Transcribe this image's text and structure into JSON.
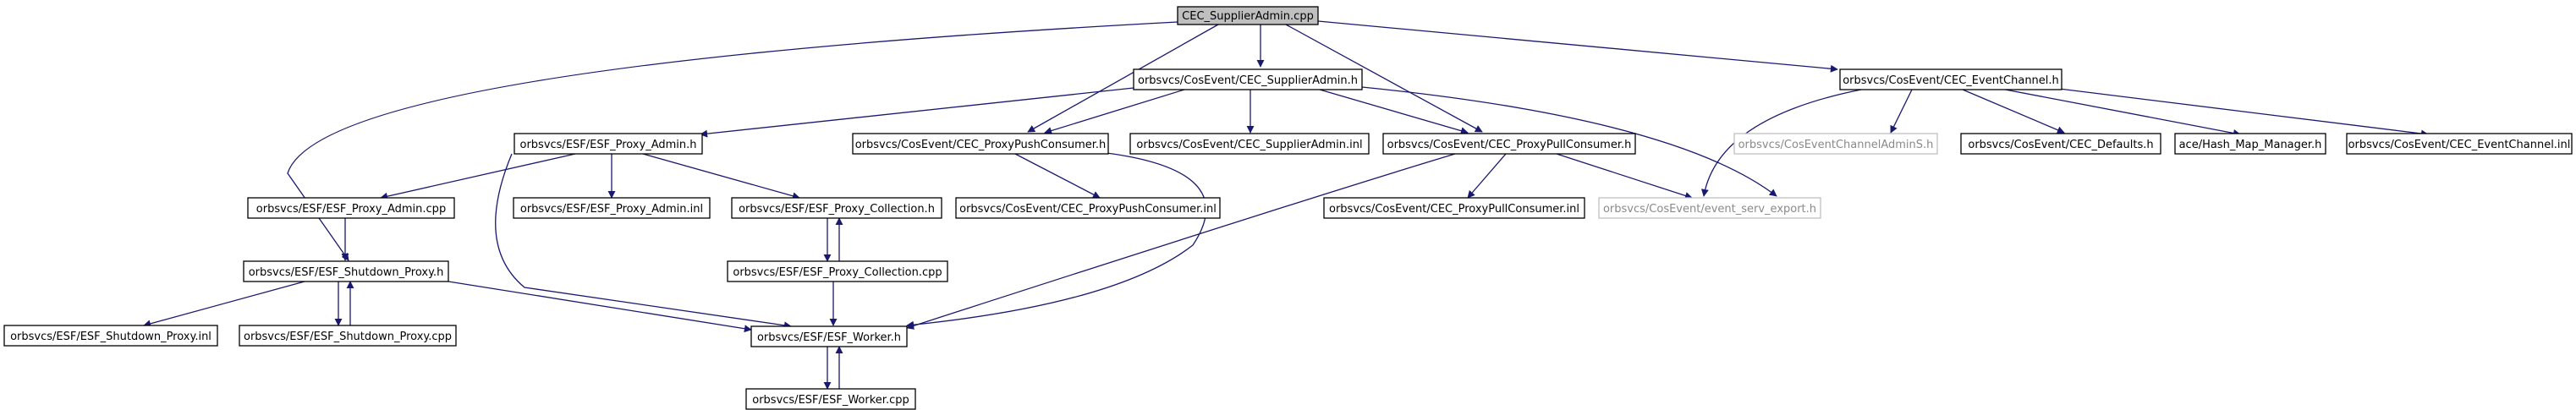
{
  "root_node": "CEC_SupplierAdmin.cpp",
  "nodes": {
    "n_root": {
      "label": "CEC_SupplierAdmin.cpp"
    },
    "n_supadmin_h": {
      "label": "orbsvcs/CosEvent/CEC_SupplierAdmin.h"
    },
    "n_eventchannel_h": {
      "label": "orbsvcs/CosEvent/CEC_EventChannel.h"
    },
    "n_proxy_admin_h": {
      "label": "orbsvcs/ESF/ESF_Proxy_Admin.h"
    },
    "n_pushconsumer_h": {
      "label": "orbsvcs/CosEvent/CEC_ProxyPushConsumer.h"
    },
    "n_supadmin_inl": {
      "label": "orbsvcs/CosEvent/CEC_SupplierAdmin.inl"
    },
    "n_pullconsumer_h": {
      "label": "orbsvcs/CosEvent/CEC_ProxyPullConsumer.h"
    },
    "n_channeladmins_h": {
      "label": "orbsvcs/CosEventChannelAdminS.h"
    },
    "n_defaults_h": {
      "label": "orbsvcs/CosEvent/CEC_Defaults.h"
    },
    "n_hashmap_h": {
      "label": "ace/Hash_Map_Manager.h"
    },
    "n_eventchannel_inl": {
      "label": "orbsvcs/CosEvent/CEC_EventChannel.inl"
    },
    "n_proxy_admin_cpp": {
      "label": "orbsvcs/ESF/ESF_Proxy_Admin.cpp"
    },
    "n_proxy_admin_inl": {
      "label": "orbsvcs/ESF/ESF_Proxy_Admin.inl"
    },
    "n_proxy_collection_h": {
      "label": "orbsvcs/ESF/ESF_Proxy_Collection.h"
    },
    "n_pushconsumer_inl": {
      "label": "orbsvcs/CosEvent/CEC_ProxyPushConsumer.inl"
    },
    "n_pullconsumer_inl": {
      "label": "orbsvcs/CosEvent/CEC_ProxyPullConsumer.inl"
    },
    "n_event_serv_export": {
      "label": "orbsvcs/CosEvent/event_serv_export.h"
    },
    "n_shutdown_h": {
      "label": "orbsvcs/ESF/ESF_Shutdown_Proxy.h"
    },
    "n_proxy_collection_cpp": {
      "label": "orbsvcs/ESF/ESF_Proxy_Collection.cpp"
    },
    "n_shutdown_inl": {
      "label": "orbsvcs/ESF/ESF_Shutdown_Proxy.inl"
    },
    "n_shutdown_cpp": {
      "label": "orbsvcs/ESF/ESF_Shutdown_Proxy.cpp"
    },
    "n_worker_h": {
      "label": "orbsvcs/ESF/ESF_Worker.h"
    },
    "n_worker_cpp": {
      "label": "orbsvcs/ESF/ESF_Worker.cpp"
    }
  },
  "edges": [
    {
      "from": "CEC_SupplierAdmin.cpp",
      "to": "orbsvcs/CosEvent/CEC_SupplierAdmin.h"
    },
    {
      "from": "CEC_SupplierAdmin.cpp",
      "to": "orbsvcs/CosEvent/CEC_EventChannel.h"
    },
    {
      "from": "CEC_SupplierAdmin.cpp",
      "to": "orbsvcs/CosEvent/CEC_ProxyPushConsumer.h"
    },
    {
      "from": "CEC_SupplierAdmin.cpp",
      "to": "orbsvcs/CosEvent/CEC_ProxyPullConsumer.h"
    },
    {
      "from": "CEC_SupplierAdmin.cpp",
      "to": "orbsvcs/ESF/ESF_Shutdown_Proxy.h"
    },
    {
      "from": "orbsvcs/CosEvent/CEC_SupplierAdmin.h",
      "to": "orbsvcs/ESF/ESF_Proxy_Admin.h"
    },
    {
      "from": "orbsvcs/CosEvent/CEC_SupplierAdmin.h",
      "to": "orbsvcs/CosEvent/CEC_ProxyPushConsumer.h"
    },
    {
      "from": "orbsvcs/CosEvent/CEC_SupplierAdmin.h",
      "to": "orbsvcs/CosEvent/CEC_SupplierAdmin.inl"
    },
    {
      "from": "orbsvcs/CosEvent/CEC_SupplierAdmin.h",
      "to": "orbsvcs/CosEvent/CEC_ProxyPullConsumer.h"
    },
    {
      "from": "orbsvcs/CosEvent/CEC_SupplierAdmin.h",
      "to": "orbsvcs/CosEvent/event_serv_export.h"
    },
    {
      "from": "orbsvcs/CosEvent/CEC_EventChannel.h",
      "to": "orbsvcs/CosEventChannelAdminS.h"
    },
    {
      "from": "orbsvcs/CosEvent/CEC_EventChannel.h",
      "to": "orbsvcs/CosEvent/CEC_Defaults.h"
    },
    {
      "from": "orbsvcs/CosEvent/CEC_EventChannel.h",
      "to": "ace/Hash_Map_Manager.h"
    },
    {
      "from": "orbsvcs/CosEvent/CEC_EventChannel.h",
      "to": "orbsvcs/CosEvent/CEC_EventChannel.inl"
    },
    {
      "from": "orbsvcs/CosEvent/CEC_EventChannel.h",
      "to": "orbsvcs/CosEvent/event_serv_export.h"
    },
    {
      "from": "orbsvcs/ESF/ESF_Proxy_Admin.h",
      "to": "orbsvcs/ESF/ESF_Proxy_Admin.cpp"
    },
    {
      "from": "orbsvcs/ESF/ESF_Proxy_Admin.h",
      "to": "orbsvcs/ESF/ESF_Proxy_Admin.inl"
    },
    {
      "from": "orbsvcs/ESF/ESF_Proxy_Admin.h",
      "to": "orbsvcs/ESF/ESF_Proxy_Collection.h"
    },
    {
      "from": "orbsvcs/ESF/ESF_Proxy_Admin.h",
      "to": "orbsvcs/ESF/ESF_Worker.h"
    },
    {
      "from": "orbsvcs/CosEvent/CEC_ProxyPushConsumer.h",
      "to": "orbsvcs/CosEvent/CEC_ProxyPushConsumer.inl"
    },
    {
      "from": "orbsvcs/CosEvent/CEC_ProxyPushConsumer.h",
      "to": "orbsvcs/ESF/ESF_Worker.h"
    },
    {
      "from": "orbsvcs/CosEvent/CEC_ProxyPullConsumer.h",
      "to": "orbsvcs/CosEvent/CEC_ProxyPullConsumer.inl"
    },
    {
      "from": "orbsvcs/CosEvent/CEC_ProxyPullConsumer.h",
      "to": "orbsvcs/CosEvent/event_serv_export.h"
    },
    {
      "from": "orbsvcs/CosEvent/CEC_ProxyPullConsumer.h",
      "to": "orbsvcs/ESF/ESF_Worker.h"
    },
    {
      "from": "orbsvcs/ESF/ESF_Proxy_Admin.cpp",
      "to": "orbsvcs/ESF/ESF_Shutdown_Proxy.h"
    },
    {
      "from": "orbsvcs/ESF/ESF_Proxy_Collection.h",
      "to": "orbsvcs/ESF/ESF_Proxy_Collection.cpp"
    },
    {
      "from": "orbsvcs/ESF/ESF_Proxy_Collection.cpp",
      "to": "orbsvcs/ESF/ESF_Proxy_Collection.h"
    },
    {
      "from": "orbsvcs/ESF/ESF_Proxy_Collection.cpp",
      "to": "orbsvcs/ESF/ESF_Worker.h"
    },
    {
      "from": "orbsvcs/ESF/ESF_Shutdown_Proxy.h",
      "to": "orbsvcs/ESF/ESF_Shutdown_Proxy.inl"
    },
    {
      "from": "orbsvcs/ESF/ESF_Shutdown_Proxy.h",
      "to": "orbsvcs/ESF/ESF_Shutdown_Proxy.cpp"
    },
    {
      "from": "orbsvcs/ESF/ESF_Shutdown_Proxy.cpp",
      "to": "orbsvcs/ESF/ESF_Shutdown_Proxy.h"
    },
    {
      "from": "orbsvcs/ESF/ESF_Shutdown_Proxy.h",
      "to": "orbsvcs/ESF/ESF_Worker.h"
    },
    {
      "from": "orbsvcs/ESF/ESF_Worker.h",
      "to": "orbsvcs/ESF/ESF_Worker.cpp"
    },
    {
      "from": "orbsvcs/ESF/ESF_Worker.cpp",
      "to": "orbsvcs/ESF/ESF_Worker.h"
    }
  ],
  "colors": {
    "edge": "#191970",
    "root_fill": "#bfbfbf",
    "node_fill": "#ffffff",
    "node_border": "#000000",
    "missing_border": "#bfbfbf",
    "missing_text": "#8a8a8a"
  }
}
